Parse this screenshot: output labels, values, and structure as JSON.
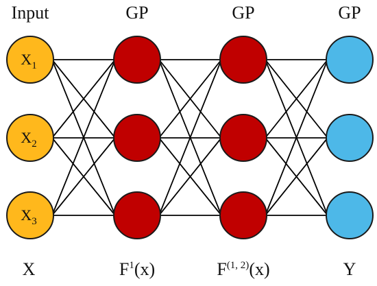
{
  "diagram": {
    "columns": [
      {
        "header": "Input",
        "color": "#FFB81C",
        "bottom_label": {
          "base": "X",
          "sup": "",
          "tail": ""
        },
        "nodes": [
          {
            "base": "X",
            "sub": "1"
          },
          {
            "base": "X",
            "sub": "2"
          },
          {
            "base": "X",
            "sub": "3"
          }
        ]
      },
      {
        "header": "GP",
        "color": "#C00000",
        "bottom_label": {
          "base": "F",
          "sup": "1",
          "tail": "(x)"
        },
        "nodes": [
          {},
          {},
          {}
        ]
      },
      {
        "header": "GP",
        "color": "#C00000",
        "bottom_label": {
          "base": "F",
          "sup": "(1, 2)",
          "tail": "(x)"
        },
        "nodes": [
          {},
          {},
          {}
        ]
      },
      {
        "header": "GP",
        "color": "#4DB8E8",
        "bottom_label": {
          "base": "Y",
          "sup": "",
          "tail": ""
        },
        "nodes": [
          {},
          {},
          {}
        ]
      }
    ],
    "connectivity": "fully-connected between adjacent columns",
    "node_outline_color": "#1a1a1a",
    "edge_color": "#000000"
  }
}
